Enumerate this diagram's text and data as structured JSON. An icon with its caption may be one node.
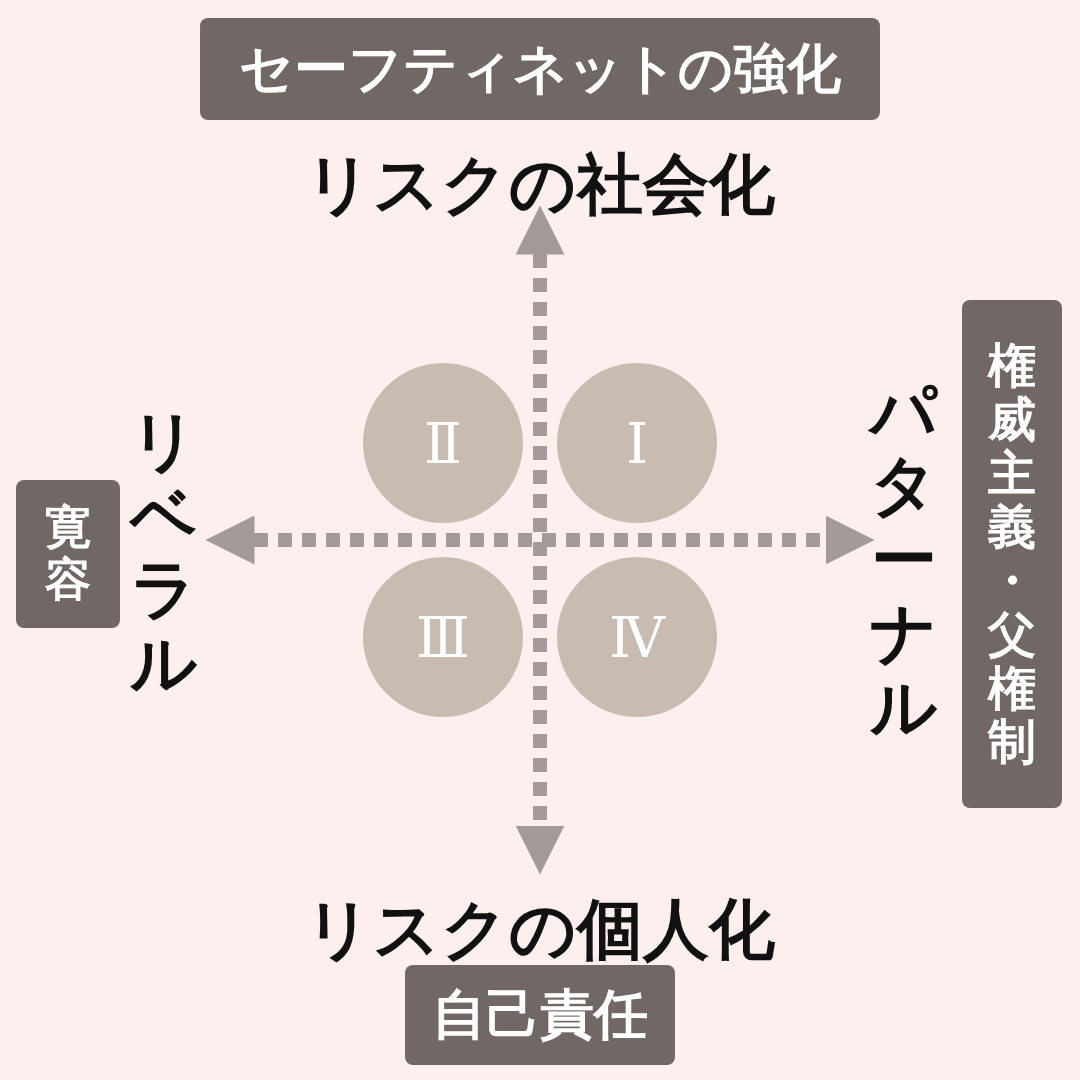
{
  "diagram": {
    "nodes": [
      {
        "text": [
          "セーフティネットの強化"
        ]
      },
      {
        "text": [
          "権威主義・父権制"
        ]
      },
      {
        "text": [
          "Ⅱ"
        ]
      },
      {
        "text": [
          "Ⅰ"
        ]
      },
      {
        "text": [
          "寛容"
        ]
      },
      {
        "text": [
          "Ⅲ"
        ]
      },
      {
        "text": [
          "Ⅳ"
        ]
      },
      {
        "text": [
          "自己責任"
        ]
      }
    ],
    "edges": [],
    "labels": [
      "リスクの社会化",
      "パターナル",
      "リベラル",
      "リスクの個人化"
    ]
  }
}
